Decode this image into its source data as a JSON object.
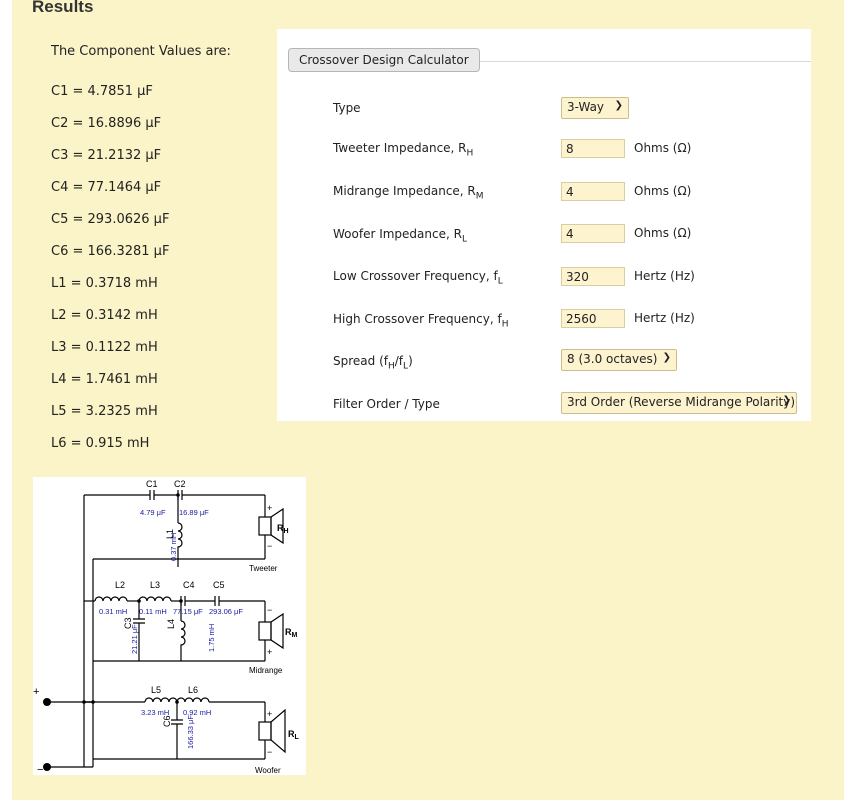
{
  "section_title": "Results",
  "intro": "The Component Values are:",
  "values": [
    "C1 = 4.7851 μF",
    "C2 = 16.8896 μF",
    "C3 = 21.2132 μF",
    "C4 = 77.1464 μF",
    "C5 = 293.0626 μF",
    "C6 = 166.3281 μF",
    "L1 = 0.3718 mH",
    "L2 = 0.3142 mH",
    "L3 = 0.1122 mH",
    "L4 = 1.7461 mH",
    "L5 = 3.2325 mH",
    "L6 = 0.915 mH"
  ],
  "calculator": {
    "legend": "Crossover Design Calculator",
    "type_label": "Type",
    "type_value": "3-Way",
    "tweeter_label": "Tweeter Impedance, R",
    "tweeter_sub": "H",
    "tweeter_value": "8",
    "tweeter_unit": "Ohms (Ω)",
    "midrange_label": "Midrange Impedance, R",
    "midrange_sub": "M",
    "midrange_value": "4",
    "midrange_unit": "Ohms (Ω)",
    "woofer_label": "Woofer Impedance, R",
    "woofer_sub": "L",
    "woofer_value": "4",
    "woofer_unit": "Ohms (Ω)",
    "low_label": "Low Crossover Frequency, f",
    "low_sub": "L",
    "low_value": "320",
    "low_unit": "Hertz (Hz)",
    "high_label": "High Crossover Frequency, f",
    "high_sub": "H",
    "high_value": "2560",
    "high_unit": "Hertz (Hz)",
    "spread_label_a": "Spread (f",
    "spread_sub_a": "H",
    "spread_label_b": "/f",
    "spread_sub_b": "L",
    "spread_label_c": ")",
    "spread_value": "8 (3.0 octaves)",
    "filter_label": "Filter Order / Type",
    "filter_value": "3rd Order (Reverse Midrange Polarity)"
  },
  "schematic": {
    "c1": "C1",
    "c2": "C2",
    "c1_val": "4.79 μF",
    "c2_val": "16.89 μF",
    "l1": "L1",
    "l1_val": "0.37 mH",
    "rh": "R",
    "rh_sub": "H",
    "tweeter": "Tweeter",
    "l2": "L2",
    "l3": "L3",
    "c4": "C4",
    "c5": "C5",
    "l2_val": "0.31 mH",
    "l3_val": "0.11 mH",
    "c4_val": "77.15 μF",
    "c5_val": "293.06 μF",
    "c3": "C3",
    "c3_val": "21.21 μF",
    "l4": "L4",
    "l4_val": "1.75 mH",
    "rm": "R",
    "rm_sub": "M",
    "midrange": "Midrange",
    "l5": "L5",
    "l6": "L6",
    "l5_val": "3.23 mH",
    "l6_val": "0.92 mH",
    "c6": "C6",
    "c6_val": "166.33 μF",
    "rl": "R",
    "rl_sub": "L",
    "woofer": "Woofer",
    "plus": "+",
    "minus": "−"
  }
}
